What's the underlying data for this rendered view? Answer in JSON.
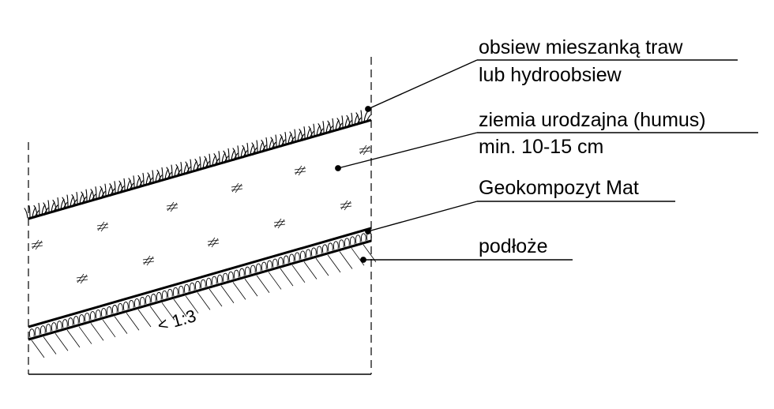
{
  "labels": {
    "seeding_line1": "obsiew mieszanką traw",
    "seeding_line2": "lub hydroobsiew",
    "topsoil_line1": "ziemia urodzajna (humus)",
    "topsoil_line2": "min. 10-15 cm",
    "geocomposite": "Geokompozyt Mat",
    "subsoil": "podłoże"
  },
  "slope": {
    "ratio_text": "< 1:3"
  },
  "colors": {
    "ink": "#000000",
    "background": "#ffffff"
  }
}
